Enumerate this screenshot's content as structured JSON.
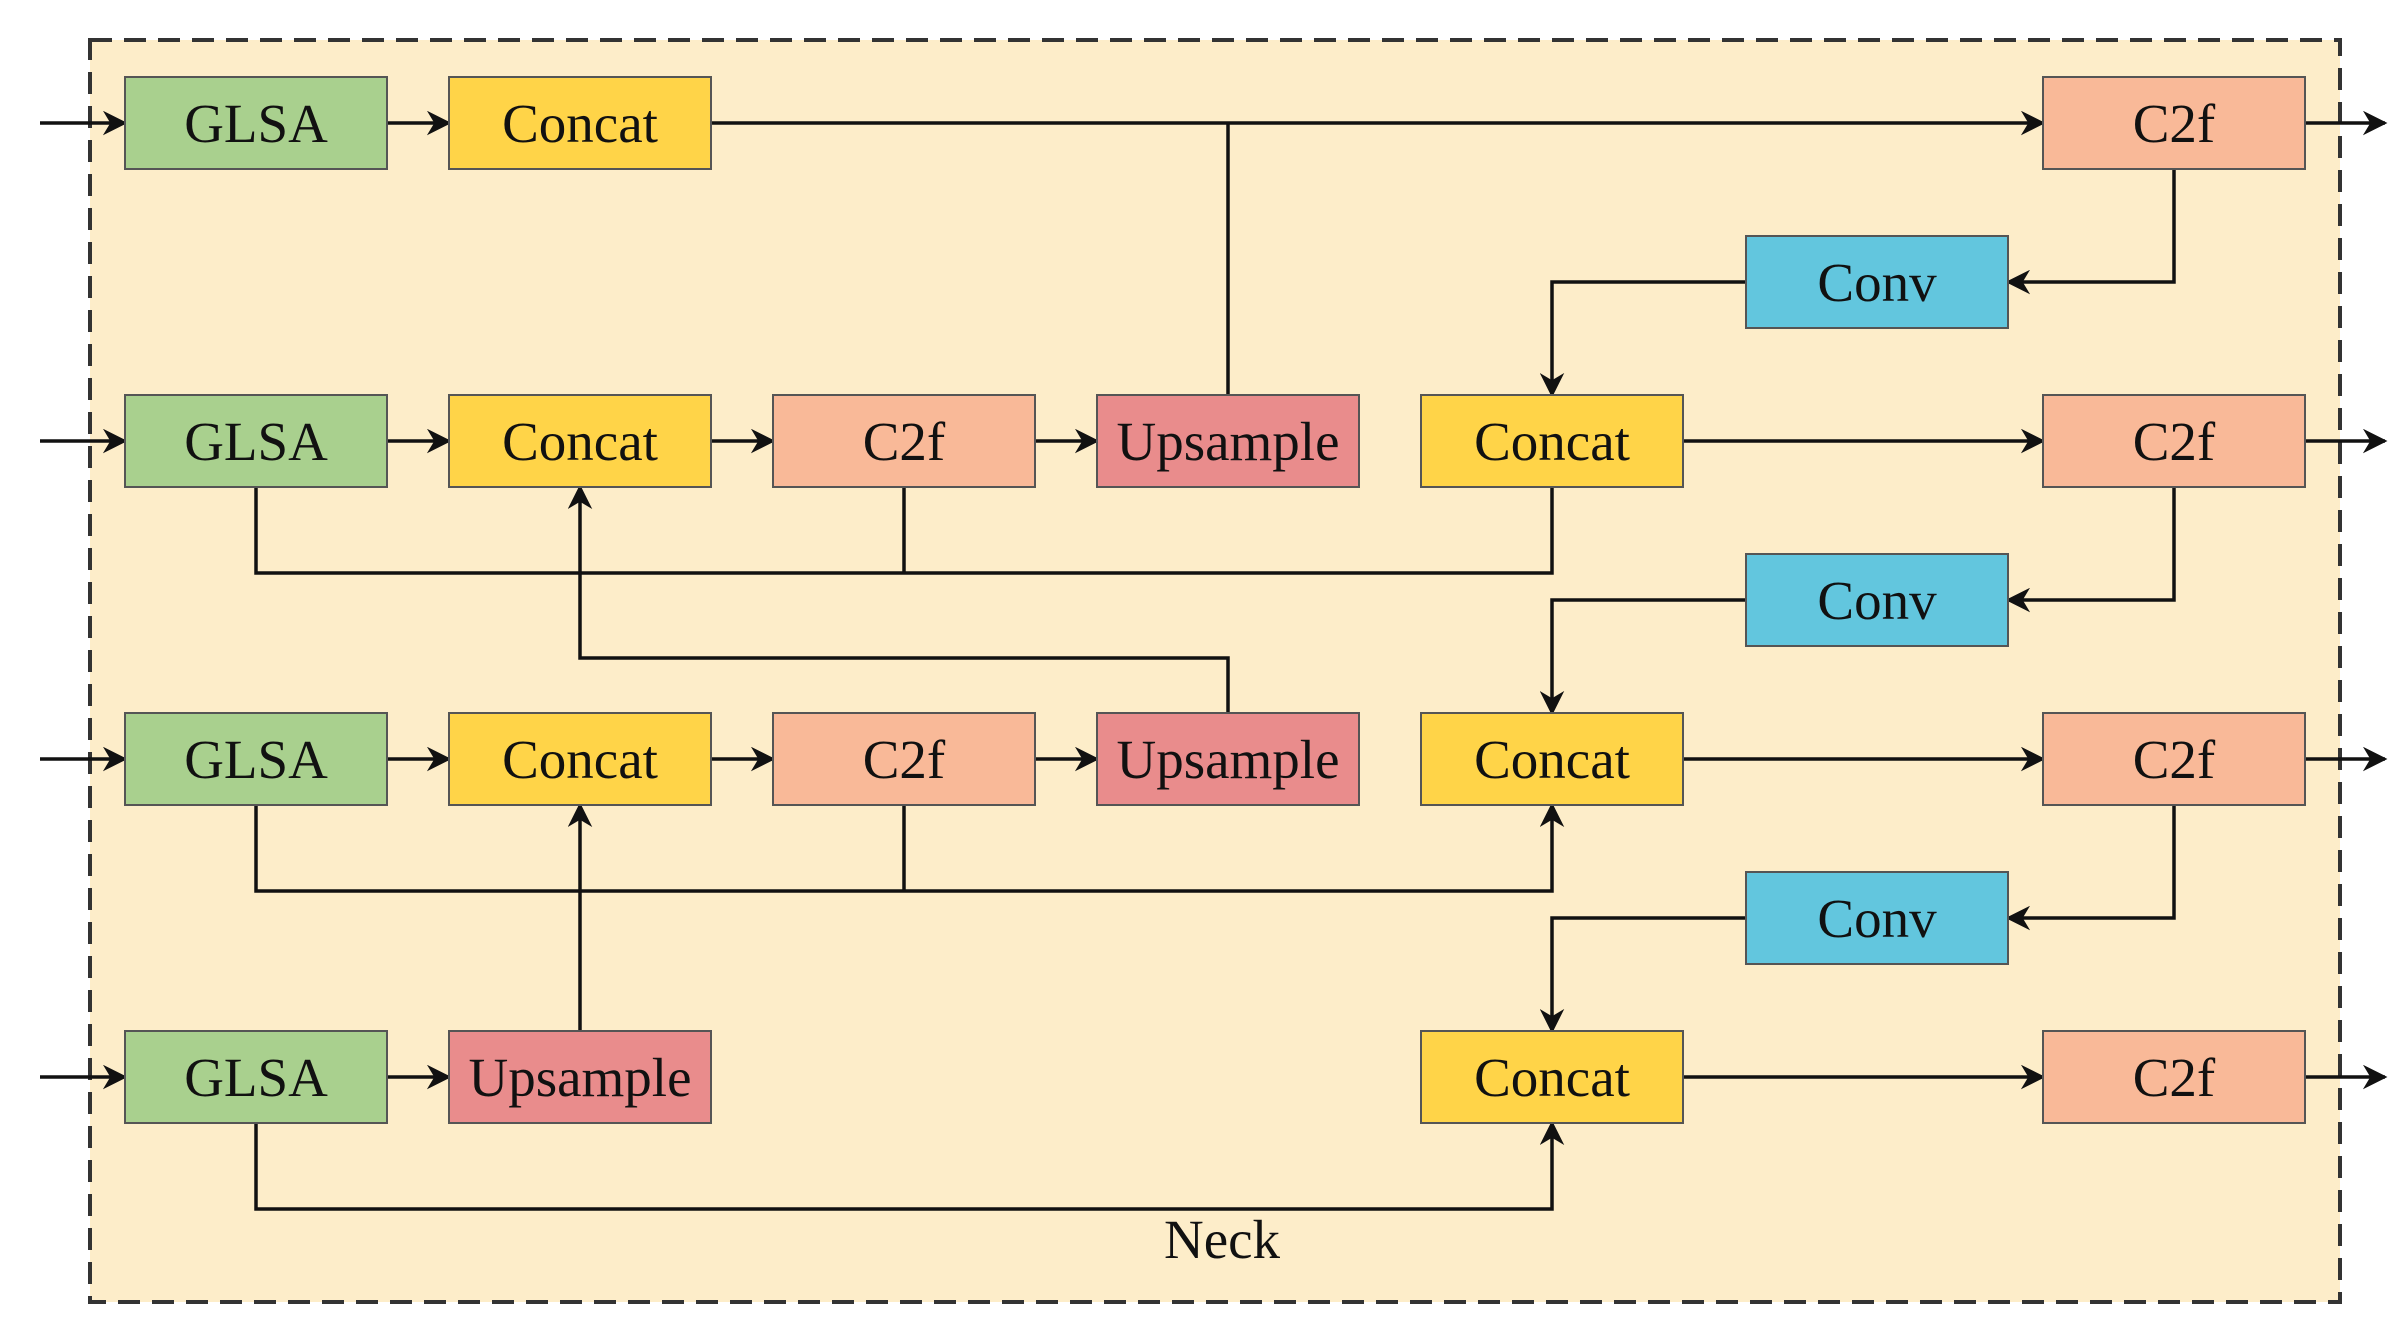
{
  "diagram": {
    "container_label": "Neck",
    "colors": {
      "background": "#fdedc9",
      "border": "#333333",
      "GLSA": "#a9d08e",
      "Concat": "#ffd448",
      "C2f": "#f9b998",
      "Upsample": "#e98c8c",
      "Conv": "#62c6de",
      "line": "#111111"
    },
    "nodes": [
      {
        "id": "glsa1",
        "type": "GLSA",
        "label": "GLSA"
      },
      {
        "id": "concat1",
        "type": "Concat",
        "label": "Concat"
      },
      {
        "id": "c2f_out1",
        "type": "C2f",
        "label": "C2f"
      },
      {
        "id": "conv1",
        "type": "Conv",
        "label": "Conv"
      },
      {
        "id": "glsa2",
        "type": "GLSA",
        "label": "GLSA"
      },
      {
        "id": "concat2",
        "type": "Concat",
        "label": "Concat"
      },
      {
        "id": "c2f2",
        "type": "C2f",
        "label": "C2f"
      },
      {
        "id": "up2",
        "type": "Upsample",
        "label": "Upsample"
      },
      {
        "id": "concat_r2",
        "type": "Concat",
        "label": "Concat"
      },
      {
        "id": "c2f_out2",
        "type": "C2f",
        "label": "C2f"
      },
      {
        "id": "conv2",
        "type": "Conv",
        "label": "Conv"
      },
      {
        "id": "glsa3",
        "type": "GLSA",
        "label": "GLSA"
      },
      {
        "id": "concat3",
        "type": "Concat",
        "label": "Concat"
      },
      {
        "id": "c2f3",
        "type": "C2f",
        "label": "C2f"
      },
      {
        "id": "up3",
        "type": "Upsample",
        "label": "Upsample"
      },
      {
        "id": "concat_r3",
        "type": "Concat",
        "label": "Concat"
      },
      {
        "id": "c2f_out3",
        "type": "C2f",
        "label": "C2f"
      },
      {
        "id": "conv3",
        "type": "Conv",
        "label": "Conv"
      },
      {
        "id": "glsa4",
        "type": "GLSA",
        "label": "GLSA"
      },
      {
        "id": "up4",
        "type": "Upsample",
        "label": "Upsample"
      },
      {
        "id": "concat_r4",
        "type": "Concat",
        "label": "Concat"
      },
      {
        "id": "c2f_out4",
        "type": "C2f",
        "label": "C2f"
      }
    ],
    "edges": [
      {
        "from": "input",
        "to": "glsa1"
      },
      {
        "from": "glsa1",
        "to": "concat1"
      },
      {
        "from": "concat1",
        "to": "c2f_out1"
      },
      {
        "from": "up2",
        "to": "concat1"
      },
      {
        "from": "c2f_out1",
        "to": "output"
      },
      {
        "from": "c2f_out1",
        "to": "conv1"
      },
      {
        "from": "conv1",
        "to": "concat_r2"
      },
      {
        "from": "input",
        "to": "glsa2"
      },
      {
        "from": "glsa2",
        "to": "concat2"
      },
      {
        "from": "concat2",
        "to": "c2f2"
      },
      {
        "from": "c2f2",
        "to": "up2"
      },
      {
        "from": "glsa2",
        "to": "concat_r2"
      },
      {
        "from": "c2f2",
        "to": "concat_r2"
      },
      {
        "from": "concat_r2",
        "to": "c2f_out2"
      },
      {
        "from": "c2f_out2",
        "to": "output"
      },
      {
        "from": "c2f_out2",
        "to": "conv2"
      },
      {
        "from": "conv2",
        "to": "concat_r3"
      },
      {
        "from": "up3",
        "to": "concat2"
      },
      {
        "from": "input",
        "to": "glsa3"
      },
      {
        "from": "glsa3",
        "to": "concat3"
      },
      {
        "from": "concat3",
        "to": "c2f3"
      },
      {
        "from": "c2f3",
        "to": "up3"
      },
      {
        "from": "glsa3",
        "to": "concat_r3"
      },
      {
        "from": "c2f3",
        "to": "concat_r3"
      },
      {
        "from": "concat_r3",
        "to": "c2f_out3"
      },
      {
        "from": "c2f_out3",
        "to": "output"
      },
      {
        "from": "c2f_out3",
        "to": "conv3"
      },
      {
        "from": "conv3",
        "to": "concat_r4"
      },
      {
        "from": "up4",
        "to": "concat3"
      },
      {
        "from": "input",
        "to": "glsa4"
      },
      {
        "from": "glsa4",
        "to": "up4"
      },
      {
        "from": "glsa4",
        "to": "concat_r4"
      },
      {
        "from": "concat_r4",
        "to": "c2f_out4"
      },
      {
        "from": "c2f_out4",
        "to": "output"
      }
    ]
  }
}
